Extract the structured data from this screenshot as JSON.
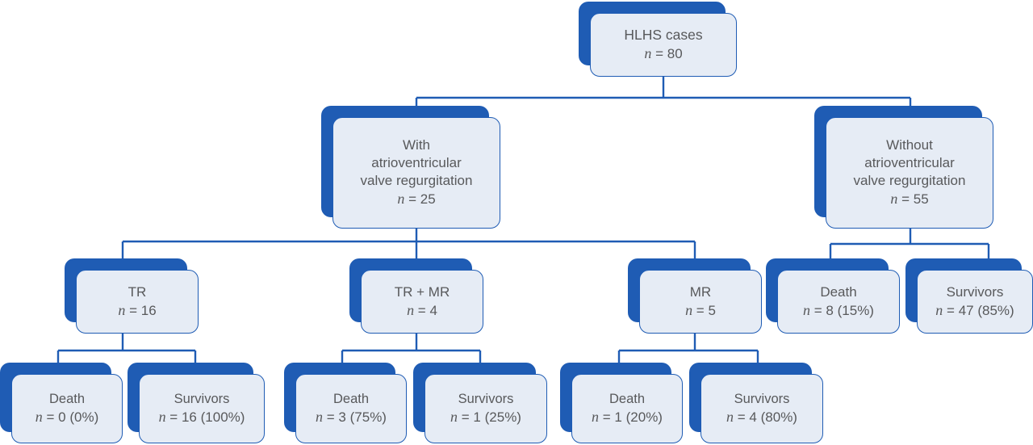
{
  "figure": {
    "type": "flowchart",
    "title": "HLHS cases cohort flow diagram",
    "colors": {
      "plate": "#1f5cb4",
      "card_fill": "#e6ecf5",
      "card_border": "#1f5cb4",
      "text": "#58595b",
      "connector": "#1f5cb4",
      "background": "#ffffff"
    }
  },
  "nodes": {
    "root": {
      "label": "HLHS cases",
      "n_symbol": "n",
      "eq": "=",
      "value": "80",
      "stat": "n = 80"
    },
    "with_avr": {
      "line1": "With",
      "line2": "atrioventricular",
      "line3": "valve regurgitation",
      "n_symbol": "n",
      "eq": "=",
      "value": "25",
      "stat": "n = 25"
    },
    "without_avr": {
      "line1": "Without",
      "line2": "atrioventricular",
      "line3": "valve regurgitation",
      "n_symbol": "n",
      "eq": "=",
      "value": "55",
      "stat": "n = 55"
    },
    "tr": {
      "label": "TR",
      "n_symbol": "n",
      "eq": "=",
      "value": "16",
      "stat": "n = 16"
    },
    "tr_mr": {
      "label": "TR + MR",
      "n_symbol": "n",
      "eq": "=",
      "value": "4",
      "stat": "n = 4"
    },
    "mr": {
      "label": "MR",
      "n_symbol": "n",
      "eq": "=",
      "value": "5",
      "stat": "n = 5"
    },
    "without_death": {
      "label": "Death",
      "n_symbol": "n",
      "eq": "=",
      "value": "8",
      "percent": "(15%)",
      "stat": "n = 8 (15%)"
    },
    "without_survivors": {
      "label": "Survivors",
      "n_symbol": "n",
      "eq": "=",
      "value": "47",
      "percent": "(85%)",
      "stat": "n = 47 (85%)"
    },
    "tr_death": {
      "label": "Death",
      "n_symbol": "n",
      "eq": "=",
      "value": "0",
      "percent": "(0%)",
      "stat": "n = 0 (0%)"
    },
    "tr_survivors": {
      "label": "Survivors",
      "n_symbol": "n",
      "eq": "=",
      "value": "16",
      "percent": "(100%)",
      "stat": "n = 16 (100%)"
    },
    "trmr_death": {
      "label": "Death",
      "n_symbol": "n",
      "eq": "=",
      "value": "3",
      "percent": "(75%)",
      "stat": "n = 3 (75%)"
    },
    "trmr_survivors": {
      "label": "Survivors",
      "n_symbol": "n",
      "eq": "=",
      "value": "1",
      "percent": "(25%)",
      "stat": "n = 1 (25%)"
    },
    "mr_death": {
      "label": "Death",
      "n_symbol": "n",
      "eq": "=",
      "value": "1",
      "percent": "(20%)",
      "stat": "n = 1 (20%)"
    },
    "mr_survivors": {
      "label": "Survivors",
      "n_symbol": "n",
      "eq": "=",
      "value": "4",
      "percent": "(80%)",
      "stat": "n = 4 (80%)"
    }
  }
}
